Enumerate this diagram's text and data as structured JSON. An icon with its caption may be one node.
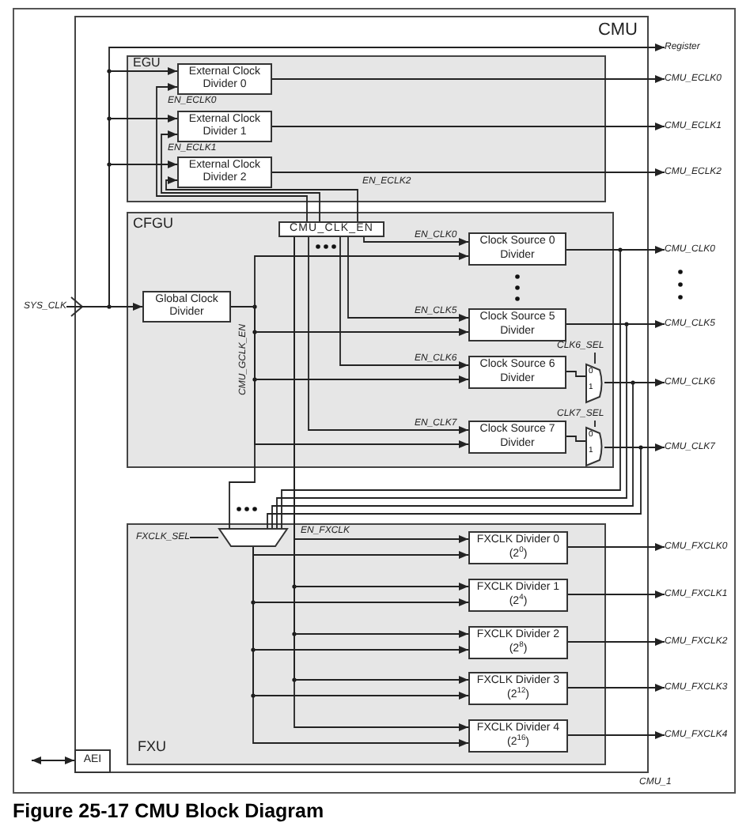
{
  "diagram": {
    "caption": "Figure 25-17 CMU Block Diagram",
    "nodes": [
      {
        "text": [
          "CMU"
        ]
      },
      {
        "text": [
          "EGU"
        ],
        "in": 0
      },
      {
        "text": [
          "External Clock Divider 0"
        ],
        "in": 1
      },
      {
        "text": [
          "External Clock Divider 1"
        ],
        "in": 1
      },
      {
        "text": [
          "External Clock Divider 2"
        ],
        "in": 1
      },
      {
        "text": [
          "CFGU"
        ],
        "in": 0
      },
      {
        "text": [
          "CMU_CLK_EN"
        ],
        "in": 5
      },
      {
        "text": [
          "Global Clock Divider"
        ],
        "in": 5
      },
      {
        "text": [
          "Clock Source 0 Divider"
        ],
        "in": 5
      },
      {
        "text": [
          "Clock Source 5 Divider"
        ],
        "in": 5
      },
      {
        "text": [
          "Clock Source 6 Divider"
        ],
        "in": 5
      },
      {
        "text": [
          "CLK6_SEL"
        ],
        "in": 5
      },
      {
        "text": [
          "0",
          "1"
        ],
        "in": 5
      },
      {
        "text": [
          "Clock Source 7 Divider"
        ],
        "in": 5
      },
      {
        "text": [
          "CLK7_SEL"
        ],
        "in": 5
      },
      {
        "text": [
          "0",
          "1"
        ],
        "in": 5
      },
      {
        "text": [
          "FXU"
        ],
        "in": 0
      },
      {
        "text": [
          "FXCLK_SEL"
        ],
        "in": 16
      },
      {
        "text": [],
        "shape": "trapezoid",
        "in": 16
      },
      {
        "text": [
          "FXCLK Divider 0 (2$^{0}$)"
        ],
        "in": 16
      },
      {
        "text": [
          "FXCLK Divider 1 (2$^{4}$)"
        ],
        "in": 16
      },
      {
        "text": [
          "FXCLK Divider 2 (2$^{8}$)"
        ],
        "in": 16
      },
      {
        "text": [
          "FXCLK Divider 3 (2$^{12}$)"
        ],
        "in": 16
      },
      {
        "text": [
          "FXCLK Divider 4 (2$^{16}$)"
        ],
        "in": 16
      },
      {
        "text": [
          "AEI"
        ],
        "in": 0
      },
      {
        "text": [
          "SYS_CLK"
        ]
      },
      {
        "text": [
          "Register"
        ]
      },
      {
        "text": [
          "CMU_ECLK0"
        ]
      },
      {
        "text": [
          "CMU_ECLK1"
        ]
      },
      {
        "text": [
          "CMU_ECLK2"
        ]
      },
      {
        "text": [
          "CMU_CLK0"
        ]
      },
      {
        "text": [
          "CMU_CLK5"
        ]
      },
      {
        "text": [
          "CMU_CLK6"
        ]
      },
      {
        "text": [
          "CMU_CLK7"
        ]
      },
      {
        "text": [
          "CMU_FXCLK0"
        ]
      },
      {
        "text": [
          "CMU_FXCLK1"
        ]
      },
      {
        "text": [
          "CMU_FXCLK2"
        ]
      },
      {
        "text": [
          "CMU_FXCLK3"
        ]
      },
      {
        "text": [
          "CMU_FXCLK4"
        ]
      }
    ],
    "edges": [
      {
        "from": 25,
        "to": 26,
        "arrow": "to"
      },
      {
        "from": 25,
        "to": 2,
        "arrow": "to"
      },
      {
        "from": 25,
        "to": 3,
        "arrow": "to"
      },
      {
        "from": 25,
        "to": 4,
        "arrow": "to"
      },
      {
        "from": 25,
        "to": 7,
        "arrow": "to"
      },
      {
        "from": 6,
        "to": 2,
        "arrow": "to",
        "label": "EN_ECLK0"
      },
      {
        "from": 6,
        "to": 3,
        "arrow": "to",
        "label": "EN_ECLK1"
      },
      {
        "from": 6,
        "to": 4,
        "arrow": "to",
        "label": "EN_ECLK2"
      },
      {
        "from": 2,
        "to": 27,
        "arrow": "to"
      },
      {
        "from": 3,
        "to": 28,
        "arrow": "to"
      },
      {
        "from": 4,
        "to": 29,
        "arrow": "to"
      },
      {
        "from": 6,
        "to": 8,
        "arrow": "to",
        "label": "EN_CLK0"
      },
      {
        "from": 6,
        "to": 9,
        "arrow": "to",
        "label": "EN_CLK5"
      },
      {
        "from": 6,
        "to": 10,
        "arrow": "to",
        "label": "EN_CLK6"
      },
      {
        "from": 6,
        "to": 13,
        "arrow": "to",
        "label": "EN_CLK7"
      },
      {
        "from": 7,
        "to": 8,
        "arrow": "to"
      },
      {
        "from": 7,
        "to": 9,
        "arrow": "to"
      },
      {
        "from": 7,
        "to": 10,
        "arrow": "to"
      },
      {
        "from": 7,
        "to": 13,
        "arrow": "to"
      },
      {
        "from": 10,
        "to": 12,
        "arrow": "none"
      },
      {
        "from": 13,
        "to": 15,
        "arrow": "none"
      },
      {
        "from": 11,
        "to": 12,
        "arrow": "none"
      },
      {
        "from": 14,
        "to": 15,
        "arrow": "none"
      },
      {
        "from": 8,
        "to": 30,
        "arrow": "to"
      },
      {
        "from": 9,
        "to": 31,
        "arrow": "to"
      },
      {
        "from": 12,
        "to": 32,
        "arrow": "to"
      },
      {
        "from": 15,
        "to": 33,
        "arrow": "to"
      },
      {
        "from": 8,
        "to": 18,
        "arrow": "none"
      },
      {
        "from": 9,
        "to": 18,
        "arrow": "none"
      },
      {
        "from": 12,
        "to": 18,
        "arrow": "none"
      },
      {
        "from": 15,
        "to": 18,
        "arrow": "none"
      },
      {
        "from": 7,
        "to": 18,
        "arrow": "none"
      },
      {
        "from": 17,
        "to": 18,
        "arrow": "none"
      },
      {
        "from": 6,
        "to": 19,
        "arrow": "to",
        "label": "EN_FXCLK"
      },
      {
        "from": 6,
        "to": 20,
        "arrow": "to"
      },
      {
        "from": 6,
        "to": 21,
        "arrow": "to"
      },
      {
        "from": 6,
        "to": 22,
        "arrow": "to"
      },
      {
        "from": 6,
        "to": 23,
        "arrow": "to"
      },
      {
        "from": 18,
        "to": 19,
        "arrow": "to"
      },
      {
        "from": 18,
        "to": 20,
        "arrow": "to"
      },
      {
        "from": 18,
        "to": 21,
        "arrow": "to"
      },
      {
        "from": 18,
        "to": 22,
        "arrow": "to"
      },
      {
        "from": 18,
        "to": 23,
        "arrow": "to"
      },
      {
        "from": 19,
        "to": 34,
        "arrow": "to"
      },
      {
        "from": 20,
        "to": 35,
        "arrow": "to"
      },
      {
        "from": 21,
        "to": 36,
        "arrow": "to"
      },
      {
        "from": 22,
        "to": 37,
        "arrow": "to"
      },
      {
        "from": 23,
        "to": 38,
        "arrow": "to"
      },
      {
        "from": null,
        "to": 24,
        "arrow": "both"
      }
    ],
    "labels": [
      "CMU_GCLK_EN",
      "CMU_1"
    ]
  }
}
